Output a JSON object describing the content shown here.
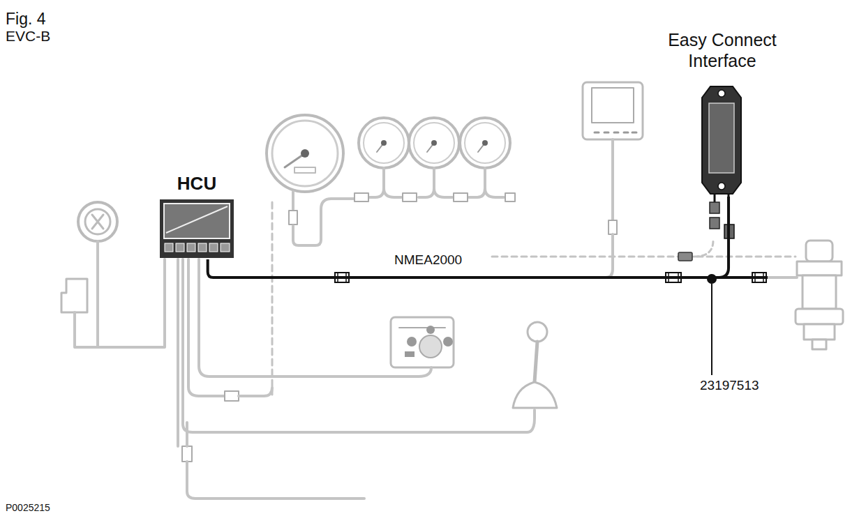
{
  "diagram": {
    "title": "Fig. 4",
    "nodes": [
      {
        "text": [
          "HCU"
        ]
      },
      {
        "text": [
          "Easy Connect Interface"
        ]
      }
    ],
    "edges": [
      {
        "from": 0,
        "to": 1,
        "arrow": "none"
      }
    ],
    "labels": [
      "EVC-B",
      "NMEA2000",
      "23197513",
      "P0025215"
    ]
  }
}
